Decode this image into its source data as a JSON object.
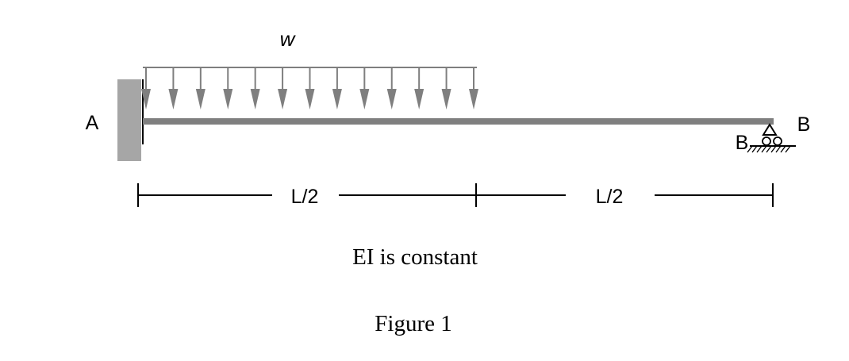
{
  "diagram": {
    "load_label": "w",
    "support_a_label": "A",
    "support_b_label_right": "B",
    "support_b_label_left": "B",
    "dim_left_label": "L/2",
    "dim_right_label": "L/2",
    "note": "EI is constant",
    "caption": "Figure 1",
    "load_arrow_count": 13,
    "colors": {
      "beam": "#7f7f7f",
      "wall": "#a6a6a6",
      "load": "#7f7f7f",
      "ink": "#000000"
    }
  }
}
